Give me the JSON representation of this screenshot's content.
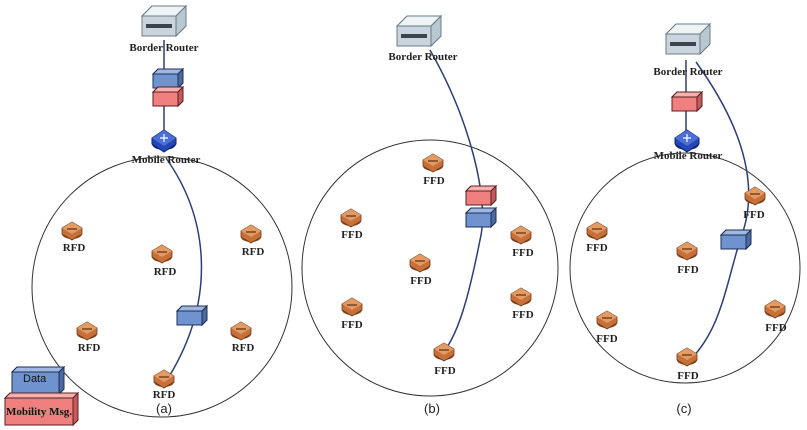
{
  "labels": {
    "border_router": "Border Router",
    "mobile_router": "Mobile Router",
    "rfd": "RFD",
    "ffd": "FFD"
  },
  "captions": {
    "a": "(a)",
    "b": "(b)",
    "c": "(c)"
  },
  "legend": {
    "data": "Data",
    "mobility": "Mobility Msg."
  },
  "colors": {
    "data_packet": "#6f93cf",
    "mobility_packet": "#f08080",
    "device_node": "#c8703a",
    "mobile_router": "#1f3fa8",
    "border_router": "#c9d4dc",
    "link": "#2c3e78"
  },
  "icons": {
    "border_router": "router-box-icon",
    "mobile_router": "mobile-router-icon",
    "device": "sensor-node-icon",
    "data_packet": "data-packet-icon",
    "mobility_packet": "mobility-packet-icon"
  }
}
